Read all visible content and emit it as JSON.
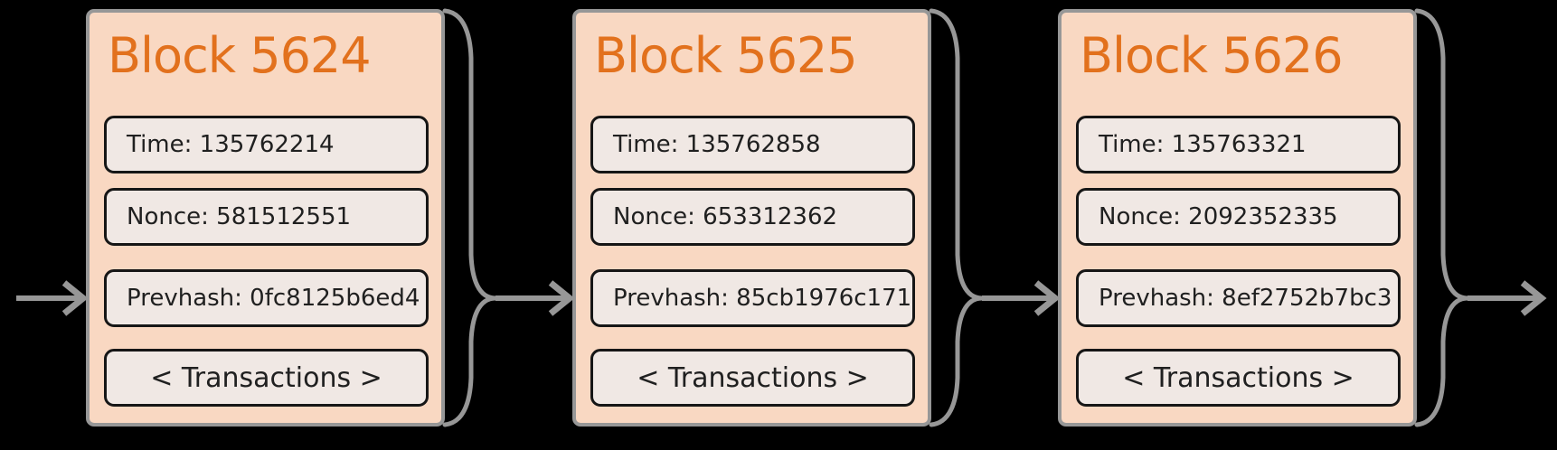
{
  "diagram": {
    "title_prefix": "Blockchain chain of blocks",
    "colors": {
      "background": "#000000",
      "block_fill": "#f9d8c2",
      "block_border": "#979797",
      "field_fill": "#f0e8e4",
      "field_border": "#161616",
      "title_color": "#e2711d",
      "text_color": "#202020",
      "connector": "#979797"
    },
    "blocks": [
      {
        "title": "Block 5624",
        "time": "Time: 135762214",
        "nonce": "Nonce: 581512551",
        "prevhash": "Prevhash: 0fc8125b6ed4",
        "transactions": "< Transactions >"
      },
      {
        "title": "Block 5625",
        "time": "Time: 135762858",
        "nonce": "Nonce: 653312362",
        "prevhash": "Prevhash: 85cb1976c171",
        "transactions": "< Transactions >"
      },
      {
        "title": "Block 5626",
        "time": "Time: 135763321",
        "nonce": "Nonce: 2092352335",
        "prevhash": "Prevhash: 8ef2752b7bc3",
        "transactions": "< Transactions >"
      }
    ]
  }
}
